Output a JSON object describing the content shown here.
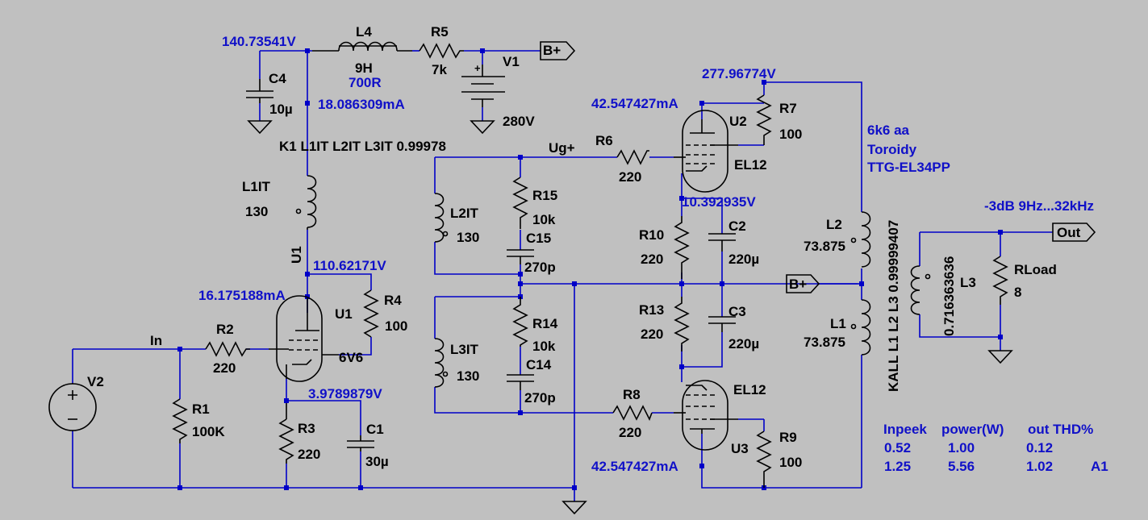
{
  "components": {
    "C4": {
      "ref": "C4",
      "value": "10µ"
    },
    "L4": {
      "ref": "L4",
      "value": "9H",
      "extra": "700R"
    },
    "R5": {
      "ref": "R5",
      "value": "7k"
    },
    "V1": {
      "ref": "V1",
      "value": "280V"
    },
    "L1IT": {
      "ref": "L1IT",
      "value": "130"
    },
    "L2IT": {
      "ref": "L2IT",
      "value": "130"
    },
    "L3IT": {
      "ref": "L3IT",
      "value": "130"
    },
    "R15": {
      "ref": "R15",
      "value": "10k"
    },
    "C15": {
      "ref": "C15",
      "value": "270p"
    },
    "R14": {
      "ref": "R14",
      "value": "10k"
    },
    "C14": {
      "ref": "C14",
      "value": "270p"
    },
    "R6": {
      "ref": "R6",
      "value": "220"
    },
    "U2": {
      "ref": "U2",
      "value": "EL12"
    },
    "R7": {
      "ref": "R7",
      "value": "100"
    },
    "R10": {
      "ref": "R10",
      "value": "220"
    },
    "C2": {
      "ref": "C2",
      "value": "220µ"
    },
    "R13": {
      "ref": "R13",
      "value": "220"
    },
    "C3": {
      "ref": "C3",
      "value": "220µ"
    },
    "R8": {
      "ref": "R8",
      "value": "220"
    },
    "U3": {
      "ref": "U3",
      "value": "EL12"
    },
    "R9": {
      "ref": "R9",
      "value": "100"
    },
    "U1": {
      "ref": "U1",
      "value": "6V6"
    },
    "R4": {
      "ref": "R4",
      "value": "100"
    },
    "R2": {
      "ref": "R2",
      "value": "220"
    },
    "R1": {
      "ref": "R1",
      "value": "100K"
    },
    "R3": {
      "ref": "R3",
      "value": "220"
    },
    "C1": {
      "ref": "C1",
      "value": "30µ"
    },
    "V2": {
      "ref": "V2"
    },
    "L2": {
      "ref": "L2",
      "value": "73.875"
    },
    "L1": {
      "ref": "L1",
      "value": "73.875"
    },
    "L3": {
      "ref": "L3",
      "value": "0.716363636"
    },
    "RLoad": {
      "ref": "RLoad",
      "value": "8"
    }
  },
  "net_labels": {
    "bplus_top": "B+",
    "bplus_mid": "B+",
    "out": "Out",
    "in": "In",
    "ug": "Ug+",
    "u1_side": "U1"
  },
  "operating_points": {
    "v_c4": "140.73541V",
    "i_l1it": "18.086309mA",
    "v_u1_plate": "110.62171V",
    "i_u1": "16.175188mA",
    "v_u1_cathode": "3.9789879V",
    "i_u2": "42.547427mA",
    "v_plate_top": "277.96774V",
    "v_mid": "10.392935V",
    "i_u3": "42.547427mA"
  },
  "directives": {
    "k1": "K1 L1IT L2IT L3IT  0.99978",
    "kall": "KALL L1 L2 L3  0.99999407",
    "transformer_1": "6k6 aa",
    "transformer_2": "Toroidy",
    "transformer_3": "TTG-EL34PP",
    "bandwidth": "-3dB 9Hz...32kHz"
  },
  "results_table": {
    "headers": [
      "Inpeek",
      "power(W)",
      "out THD%"
    ],
    "rows": [
      [
        "0.52",
        "1.00",
        "0.12",
        ""
      ],
      [
        "1.25",
        "5.56",
        "1.02",
        "A1"
      ]
    ]
  },
  "colors": {
    "background": "#c0c0c0",
    "wire": "#0000c8",
    "component": "#000000",
    "annotation": "#1010c8"
  }
}
